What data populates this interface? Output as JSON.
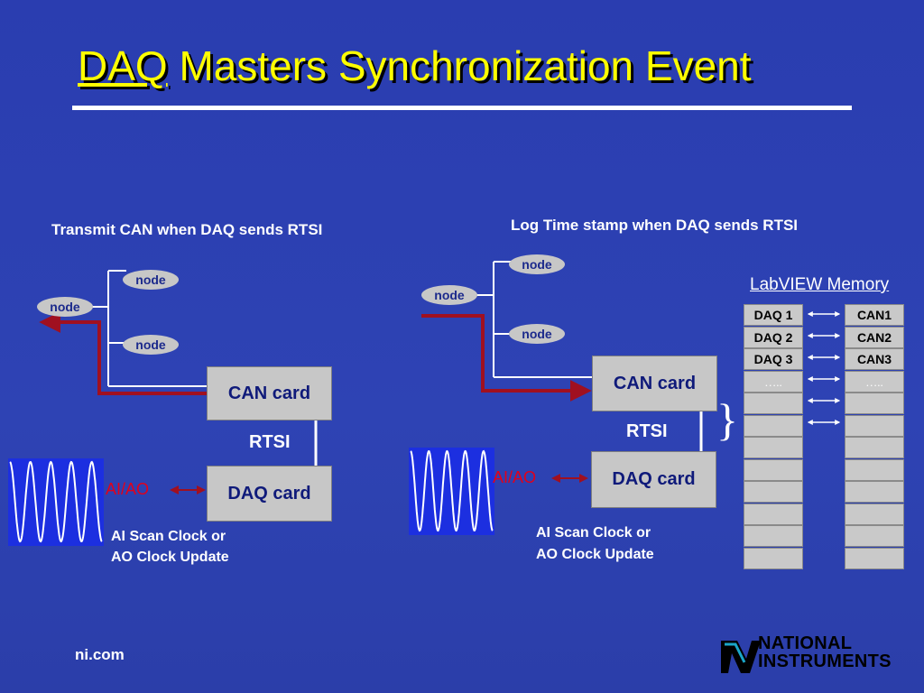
{
  "slide": {
    "title_underlined": "DAQ",
    "title_rest": " Masters Synchronization Event",
    "footer_url": "ni.com",
    "logo_line1": "NATIONAL",
    "logo_line2": "INSTRUMENTS"
  },
  "left": {
    "heading": "Transmit CAN when DAQ sends RTSI",
    "node_left": "node",
    "node_top": "node",
    "node_bottom": "node",
    "can_card": "CAN card",
    "rtsi": "RTSI",
    "daq_card": "DAQ card",
    "ai_ao": "AI/AO",
    "caption_line1": "AI Scan Clock or",
    "caption_line2": "AO Clock Update"
  },
  "right": {
    "heading": "Log Time stamp when DAQ sends RTSI",
    "node_left": "node",
    "node_top": "node",
    "node_bottom": "node",
    "can_card": "CAN card",
    "rtsi": "RTSI",
    "daq_card": "DAQ card",
    "ai_ao": "AI/AO",
    "caption_line1": "AI Scan Clock or",
    "caption_line2": "AO Clock Update",
    "brace": "}"
  },
  "memory": {
    "heading": "LabVIEW Memory",
    "daq_column": [
      "DAQ 1",
      "DAQ 2",
      "DAQ 3",
      "….."
    ],
    "can_column": [
      "CAN1",
      "CAN2",
      "CAN3",
      "….."
    ]
  },
  "colors": {
    "background": "#2b3fae",
    "title": "#ffff00",
    "arrow": "#a01020",
    "label_red": "#e3001a",
    "box": "#c7c7c7"
  }
}
